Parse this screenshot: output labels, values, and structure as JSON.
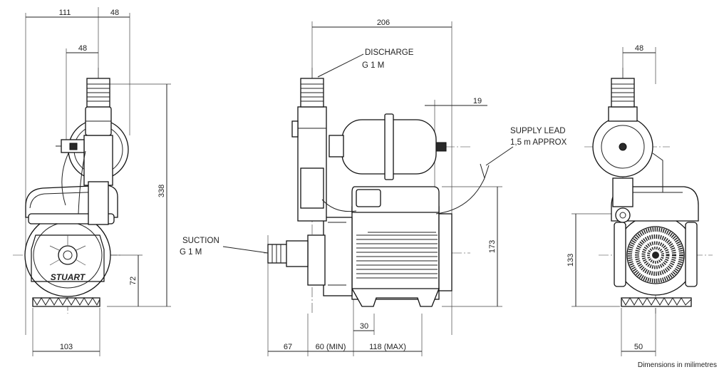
{
  "labels": {
    "discharge": "DISCHARGE",
    "discharge_size": "G 1 M",
    "suction": "SUCTION",
    "suction_size": "G 1 M",
    "supply_lead": "SUPPLY LEAD",
    "supply_lead_length": "1,5 m APPROX",
    "footnote": "Dimensions in milimetres"
  },
  "dimensions": {
    "left_width_111": "111",
    "left_width_48_top": "48",
    "left_width_48_inner": "48",
    "left_height_338": "338",
    "left_height_72": "72",
    "left_base_103": "103",
    "center_width_206": "206",
    "center_width_19": "19",
    "center_height_173": "173",
    "center_foot_30": "30",
    "center_base_67": "67",
    "center_base_60min": "60 (MIN)",
    "center_base_118max": "118 (MAX)",
    "right_width_48": "48",
    "right_height_133": "133",
    "right_base_50": "50"
  },
  "brand_mark": "STUART"
}
